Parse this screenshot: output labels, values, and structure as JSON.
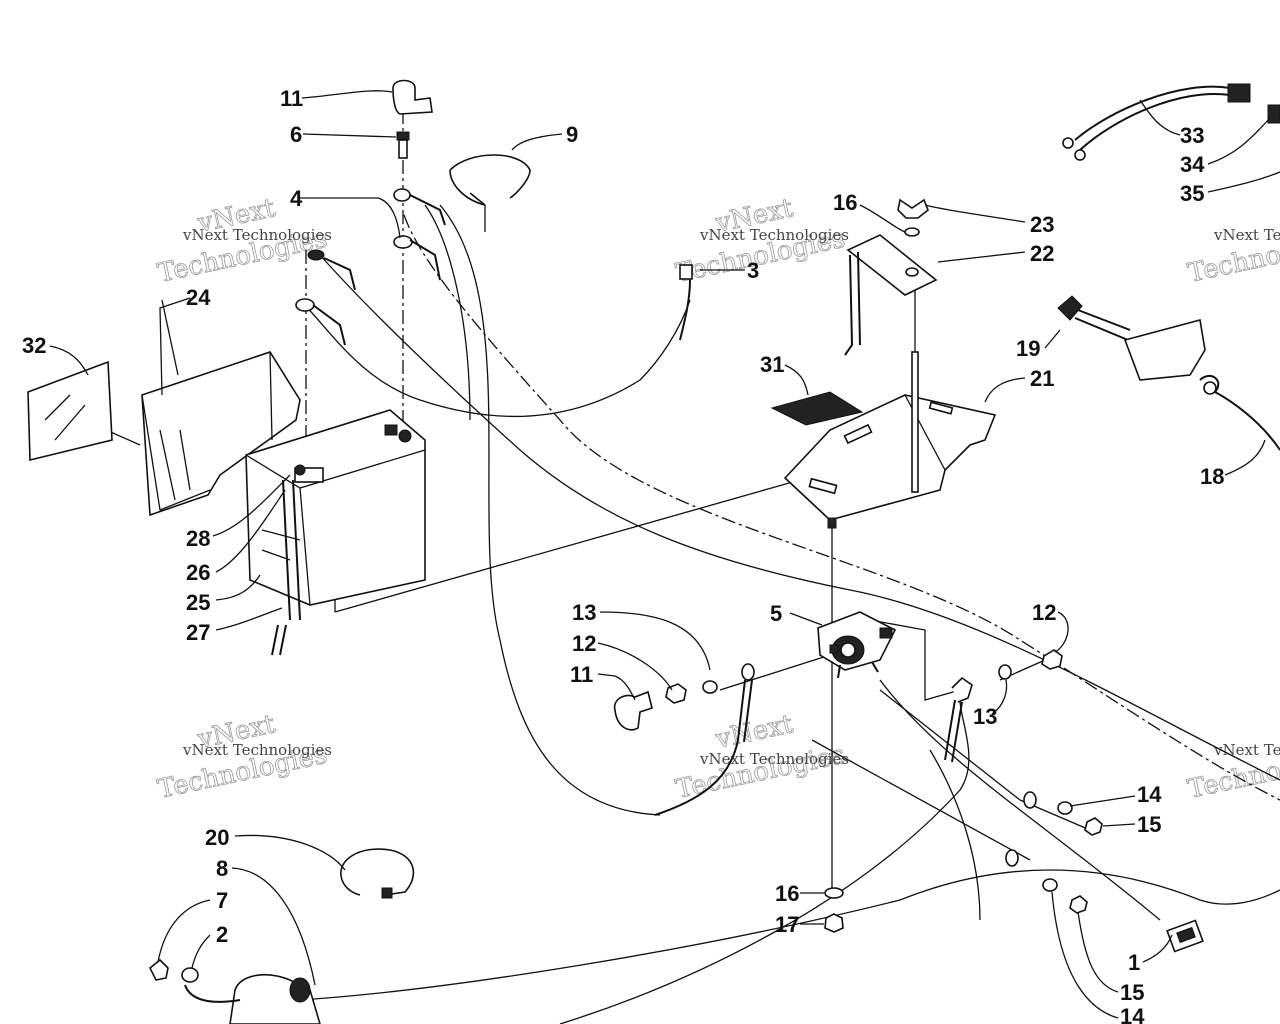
{
  "watermark": {
    "line1": "vNext",
    "line2": "Technologies",
    "small": "vNext Technologies",
    "edge_small": "vNext Te",
    "edge_big": "Techno"
  },
  "callouts": [
    {
      "id": "c-11a",
      "text": "11"
    },
    {
      "id": "c-6",
      "text": "6"
    },
    {
      "id": "c-9",
      "text": "9"
    },
    {
      "id": "c-4",
      "text": "4"
    },
    {
      "id": "c-3",
      "text": "3"
    },
    {
      "id": "c-24",
      "text": "24"
    },
    {
      "id": "c-32",
      "text": "32"
    },
    {
      "id": "c-28",
      "text": "28"
    },
    {
      "id": "c-26",
      "text": "26"
    },
    {
      "id": "c-25",
      "text": "25"
    },
    {
      "id": "c-27",
      "text": "27"
    },
    {
      "id": "c-16a",
      "text": "16"
    },
    {
      "id": "c-23",
      "text": "23"
    },
    {
      "id": "c-22",
      "text": "22"
    },
    {
      "id": "c-31",
      "text": "31"
    },
    {
      "id": "c-21",
      "text": "21"
    },
    {
      "id": "c-19",
      "text": "19"
    },
    {
      "id": "c-18",
      "text": "18"
    },
    {
      "id": "c-33",
      "text": "33"
    },
    {
      "id": "c-34",
      "text": "34"
    },
    {
      "id": "c-35",
      "text": "35"
    },
    {
      "id": "c-13a",
      "text": "13"
    },
    {
      "id": "c-12a",
      "text": "12"
    },
    {
      "id": "c-11b",
      "text": "11"
    },
    {
      "id": "c-5",
      "text": "5"
    },
    {
      "id": "c-12b",
      "text": "12"
    },
    {
      "id": "c-13b",
      "text": "13"
    },
    {
      "id": "c-14a",
      "text": "14"
    },
    {
      "id": "c-15a",
      "text": "15"
    },
    {
      "id": "c-20",
      "text": "20"
    },
    {
      "id": "c-8",
      "text": "8"
    },
    {
      "id": "c-7",
      "text": "7"
    },
    {
      "id": "c-2",
      "text": "2"
    },
    {
      "id": "c-16b",
      "text": "16"
    },
    {
      "id": "c-17",
      "text": "17"
    },
    {
      "id": "c-1",
      "text": "1"
    },
    {
      "id": "c-15b",
      "text": "15"
    },
    {
      "id": "c-14b",
      "text": "14"
    }
  ]
}
